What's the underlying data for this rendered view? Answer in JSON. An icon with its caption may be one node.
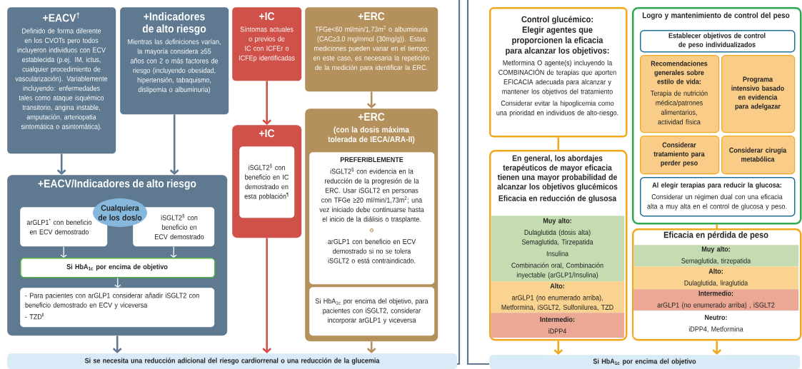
{
  "diagram": {
    "nodes": [
      {
        "text": [
          "+EACV$^{†}$",
          "Definido de forma diferente en los CVOTs pero todos incluyeron individuos con ECV establecida (p.ej. IM, ictus, cualquier procedimiento de vascularización). Variablemente incluyendo: enfermedades tales como ataque isquémico transitorio, angina instable, amputación, arteriopatia sintomática o asintomática)."
        ]
      },
      {
        "text": [
          "+Indicadores de alto riesgo",
          "Mientras las definiciones varían, la mayoría considera ≥55 años con 2 o más factores de riesgo (incluyendo obesidad, hipertensión, tabaquismo, dislipemia o albuminuria)"
        ]
      },
      {
        "text": [
          "+IC",
          "Síntomas actuales o previos de IC con ICFEr o ICFEp identificadas"
        ]
      },
      {
        "text": [
          "+ERC",
          "TFGe<60 ml/min/1,73m$^{2}$ o albuminuria (CAC≥3,0 mg/mmol (30mg/g)). Estas mediciones pueden variar en el tiempo; en este caso, es necesaria la repetición de la medición para identificar la ERC."
        ]
      },
      {
        "text": [
          "+EACV/Indicadores de alto riesgo"
        ]
      },
      {
        "text": [
          "arGLP1$^{*}$ con beneficio en ECV demostrado"
        ],
        "in": 4
      },
      {
        "text": [
          "iSGLT2$^{§}$ con beneficio en ECV demostrado"
        ],
        "in": 4
      },
      {
        "text": [
          "Cualquiera de los dos/o"
        ],
        "in": 4
      },
      {
        "text": [
          "Si HbA$_{1c}$ por encima de objetivo"
        ],
        "in": 4
      },
      {
        "text": [
          "- Para pacientes con arGLP1 considerar añadir iSGLT2 con beneficio demostrado en ECV y viceversa",
          "- TZD$^{‖}$"
        ],
        "in": 4
      },
      {
        "text": [
          "+IC"
        ]
      },
      {
        "text": [
          "iSGLT2$^{§}$ con beneficio en IC demostrado en esta población$^{¶}$"
        ],
        "in": 10
      },
      {
        "text": [
          "+ERC",
          "(con la dosis máxima tolerada de IECA/ARA-II)"
        ]
      },
      {
        "text": [
          "PREFERIBLEMENTE",
          "iSGLT2$^{§}$ con evidencia en la reducción de la progresión de la ERC. Usar iSGLT2 en personas con TFGe ≥20 ml/min/1,73m$^{2}$; una vez iniciado debe continuarse hasta el inicio de la diálisis o trasplante.",
          "o",
          "arGLP1 con beneficio en ECV demostrado si no se tolera iSGLT2 o está contraindicado."
        ],
        "in": 12
      },
      {
        "text": [
          "Si HbA$_{1c}$ por encima del objetivo, para pacientes con iSGLT2, considerar incorporar arGLP1 y viceversa"
        ],
        "in": 12
      },
      {
        "text": [
          "Si se necesita una reducción adicional del riesgo cardiorrenal o una reducción de la glucemia"
        ]
      },
      {
        "text": [
          "Control glucémico: Elegir agentes que proporcionen la eficacia para alcanzar los objetivos:",
          "Metformina O agente(s) incluyendo la COMBINACIÓN de terapias que aporten EFICACIA adecuada para alcanzar y mantener los objetivos del tratamiento",
          "Considerar evitar la hipoglicemia como una prioridad en individuos de alto-riesgo."
        ]
      },
      {
        "text": [
          "En general, los abordajes terapéuticos de mayor eficacia tienen una mayor probabilidad de alcanzar los objetivos glucémicos",
          "Eficacia en reducción de glusosa"
        ]
      },
      {
        "text": [
          "Muy alto:",
          "Dulaglutida (dosis alta) Semaglutida, Tirzepatida",
          "Insulina",
          "Combinación oral, Combinación inyectable (arGLP1/Insulina)"
        ],
        "in": 17
      },
      {
        "text": [
          "Alto:",
          "arGLP1 (no enumerado arriba), Metformina, iSGLT2, Sulfonilurea, TZD"
        ],
        "in": 17
      },
      {
        "text": [
          "Intermedio:",
          "iDPP4"
        ],
        "in": 17
      },
      {
        "text": [
          "Logro y mantenimiento de control del peso"
        ]
      },
      {
        "text": [
          "Establecer objetivos de control de peso individualizados"
        ],
        "in": 21
      },
      {
        "text": [
          "Recomendaciones generales sobre estilo de vida:",
          "Terapia de nutrición médica/patrones alimentarios, actividad física"
        ],
        "in": 21
      },
      {
        "text": [
          "Programa intensivo basado en evidencia para adelgazar"
        ],
        "in": 21
      },
      {
        "text": [
          "Considerar tratamiento para perder peso"
        ],
        "in": 21
      },
      {
        "text": [
          "Considerar cirugía metabólica"
        ],
        "in": 21
      },
      {
        "text": [
          "Al elegir terapias para reducir la glucosa:",
          "Considerar un régimen dual con una eficacia alta a muy alta en el control de glucosa y peso."
        ],
        "in": 21
      },
      {
        "text": [
          "Eficacia en pérdida de peso"
        ]
      },
      {
        "text": [
          "Muy alto:",
          "Semaglutida, tirzepatida"
        ],
        "in": 28
      },
      {
        "text": [
          "Alto:",
          "Dulaglutida, liraglutida"
        ],
        "in": 28
      },
      {
        "text": [
          "Intermedio:",
          "arGLP1 (no enumerado arriba) , iSGLT2"
        ],
        "in": 28
      },
      {
        "text": [
          "Neutro:",
          "iDPP4, Metformina"
        ],
        "in": 28
      },
      {
        "text": [
          "Si HbA$_{1c}$ por encima del objetivo"
        ]
      }
    ],
    "edges": [
      {
        "from": 0,
        "to": 4,
        "arrow": "to",
        "color": "#5f7a90"
      },
      {
        "from": 1,
        "to": 4,
        "arrow": "to",
        "color": "#5f7a90"
      },
      {
        "from": 2,
        "to": 10,
        "arrow": "to",
        "color": "#d0514a"
      },
      {
        "from": 3,
        "to": 12,
        "arrow": "to",
        "color": "#b4915c"
      },
      {
        "from": 5,
        "to": 8,
        "arrow": "to",
        "color": "#ffffff"
      },
      {
        "from": 6,
        "to": 8,
        "arrow": "to",
        "color": "#ffffff"
      },
      {
        "from": 8,
        "to": 9,
        "arrow": "to",
        "color": "#ffffff"
      },
      {
        "from": 4,
        "to": 15,
        "arrow": "to",
        "color": "#5f7a90"
      },
      {
        "from": 10,
        "to": 15,
        "arrow": "to",
        "color": "#d0514a"
      },
      {
        "from": 12,
        "to": 15,
        "arrow": "to",
        "color": "#b4915c"
      },
      {
        "from": 16,
        "to": 17,
        "arrow": "none"
      },
      {
        "from": 21,
        "to": 28,
        "arrow": "none"
      },
      {
        "from": 17,
        "to": 33,
        "arrow": "to"
      },
      {
        "from": 28,
        "to": 33,
        "arrow": "to"
      }
    ]
  }
}
